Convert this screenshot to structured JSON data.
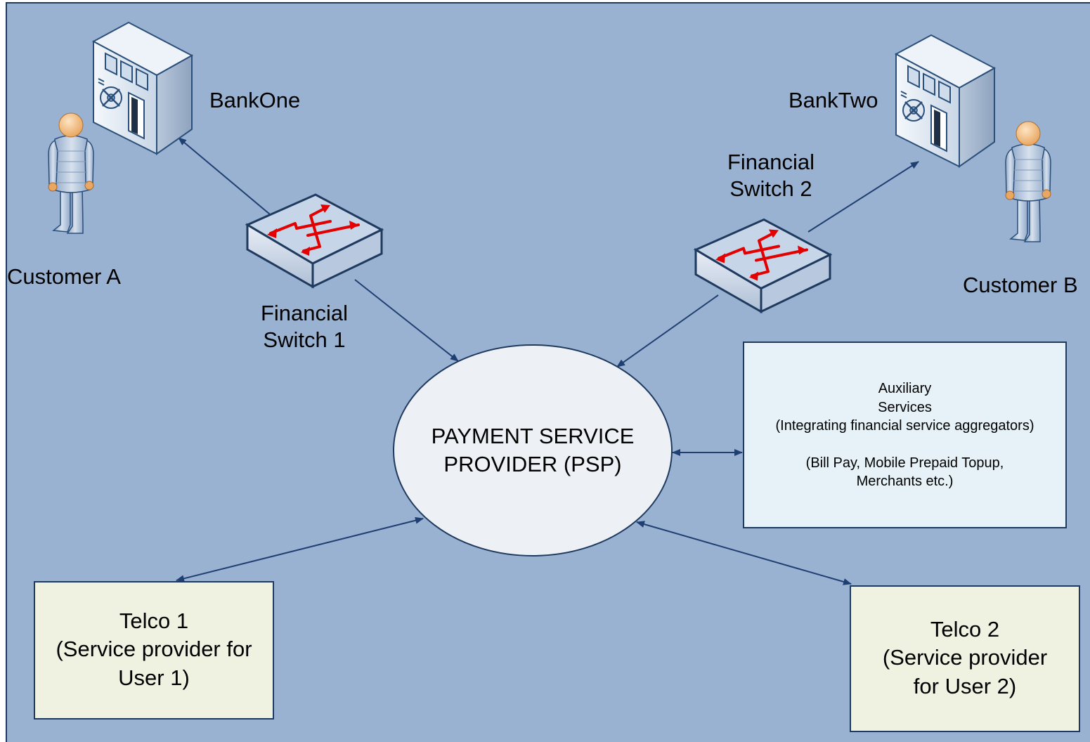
{
  "diagram": {
    "title": "",
    "colors": {
      "background": "#9ab2d1",
      "border": "#1f3a5f",
      "psp_fill": "#edf0f5",
      "aux_fill": "#e6f2f7",
      "telco_fill": "#eff2e0",
      "arrow": "#1f3f72",
      "switch_arrow": "#e20000"
    },
    "nodes": {
      "bank_one": {
        "label": "BankOne",
        "icon": "bank-building-icon"
      },
      "bank_two": {
        "label": "BankTwo",
        "icon": "bank-building-icon"
      },
      "customer_a": {
        "label": "Customer A",
        "icon": "person-icon"
      },
      "customer_b": {
        "label": "Customer B",
        "icon": "person-icon"
      },
      "switch_1": {
        "label_line1": "Financial",
        "label_line2": "Switch 1",
        "icon": "network-switch-icon"
      },
      "switch_2": {
        "label_line1": "Financial",
        "label_line2": "Switch 2",
        "icon": "network-switch-icon"
      },
      "psp": {
        "line1": "PAYMENT SERVICE",
        "line2": "PROVIDER (PSP)"
      },
      "auxiliary": {
        "line1": "Auxiliary",
        "line2": "Services",
        "line3": "(Integrating financial service aggregators)",
        "line4": "(Bill Pay, Mobile Prepaid  Topup,",
        "line5": "Merchants etc.)"
      },
      "telco_1": {
        "line1": "Telco 1",
        "line2": "(Service provider for",
        "line3": "User 1)"
      },
      "telco_2": {
        "line1": "Telco 2",
        "line2": "(Service provider",
        "line3": "for User 2)"
      }
    },
    "edges": [
      {
        "from": "switch_1",
        "to": "bank_one",
        "direction": "forward"
      },
      {
        "from": "switch_1",
        "to": "psp",
        "direction": "forward"
      },
      {
        "from": "switch_2",
        "to": "bank_two",
        "direction": "forward"
      },
      {
        "from": "switch_2",
        "to": "psp",
        "direction": "forward"
      },
      {
        "from": "psp",
        "to": "auxiliary",
        "direction": "both"
      },
      {
        "from": "psp",
        "to": "telco_1",
        "direction": "both"
      },
      {
        "from": "psp",
        "to": "telco_2",
        "direction": "both"
      }
    ]
  }
}
